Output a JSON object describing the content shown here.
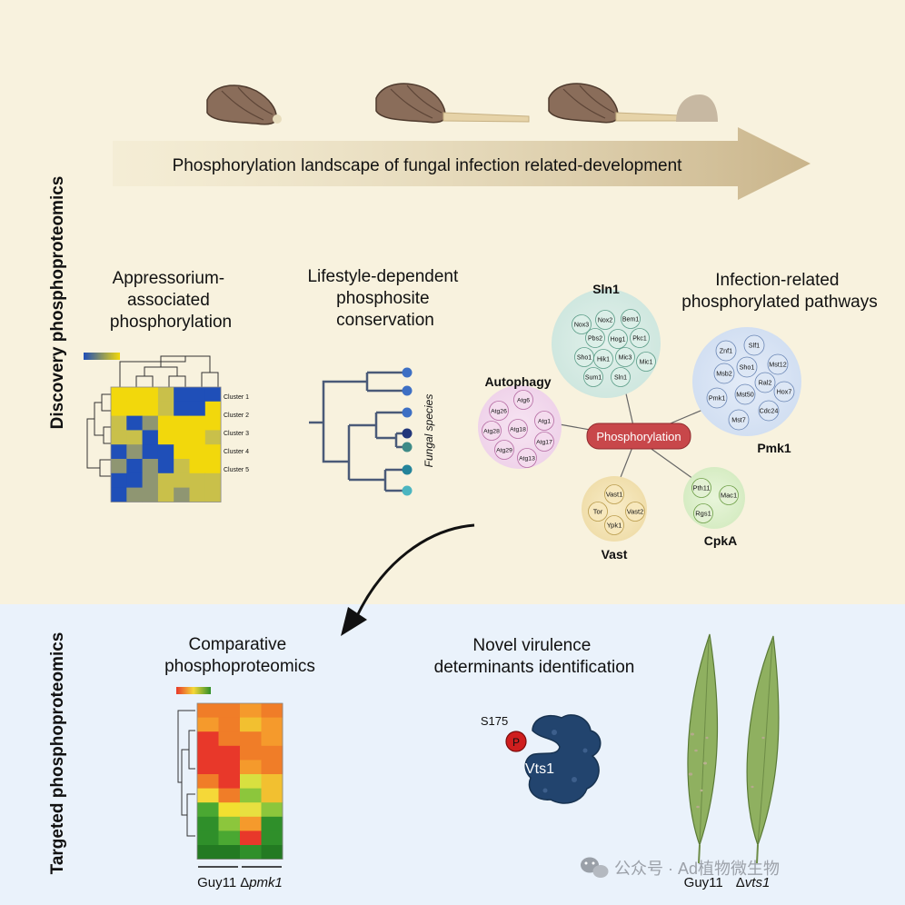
{
  "sections": {
    "discovery": "Discovery phosphoproteomics",
    "targeted": "Targeted phosphoproteomics"
  },
  "arrow_label": "Phosphorylation landscape  of fungal infection related-development",
  "panels": {
    "appressorium": [
      "Appressorium-",
      "associated",
      "phosphorylation"
    ],
    "lifestyle": [
      "Lifestyle-dependent",
      "phosphosite",
      "conservation"
    ],
    "infection": [
      "Infection-related",
      "phosphorylated pathways"
    ],
    "comparative": [
      "Comparative",
      "phosphoproteomics"
    ],
    "novel": [
      "Novel virulence",
      "determinants identification"
    ]
  },
  "heatmap1": {
    "clusters": [
      "Cluster 1",
      "Cluster 2",
      "Cluster 3",
      "Cluster 4",
      "Cluster 5"
    ],
    "colors": [
      "#1f4fb8",
      "#f2d80c"
    ]
  },
  "tree": {
    "label": "Fungal species"
  },
  "network": {
    "center": "Phosphorylation",
    "sln1": {
      "name": "Sln1",
      "proteins": [
        "Nox3",
        "Nox2",
        "Bem1",
        "Pbs2",
        "Hog1",
        "Pkc1",
        "Sho1",
        "Hik1",
        "Mic3",
        "Mic1",
        "Sum1",
        "Sln1"
      ]
    },
    "pmk1": {
      "name": "Pmk1",
      "proteins": [
        "Znf1",
        "Slf1",
        "Msb2",
        "Sho1",
        "Mst12",
        "Ral2",
        "Pmk1",
        "Mst50",
        "Hox7",
        "Mst7",
        "Cdc24"
      ]
    },
    "autophagy": {
      "name": "Autophagy",
      "proteins": [
        "Atg6",
        "Atg26",
        "Atg28",
        "Atg18",
        "Atg1",
        "Atg17",
        "Atg29",
        "Atg13"
      ]
    },
    "vast": {
      "name": "Vast",
      "proteins": [
        "Vast1",
        "Tor",
        "Vast2",
        "Ypk1"
      ]
    },
    "cpka": {
      "name": "CpkA",
      "proteins": [
        "Pth11",
        "Mac1",
        "Rgs1"
      ]
    }
  },
  "heatmap2": {
    "labels": [
      "Guy11",
      "Δ",
      "pmk1"
    ],
    "rows": [
      [
        "#f07d28",
        "#f07d28",
        "#f59a2c",
        "#f07d28"
      ],
      [
        "#f59a2c",
        "#f07d28",
        "#f2c030",
        "#f59a2c"
      ],
      [
        "#e8382a",
        "#f07d28",
        "#f07d28",
        "#f59a2c"
      ],
      [
        "#e8382a",
        "#e8382a",
        "#f07d28",
        "#f07d28"
      ],
      [
        "#e8382a",
        "#e8382a",
        "#f59a2c",
        "#f07d28"
      ],
      [
        "#f07d28",
        "#e8382a",
        "#d8e040",
        "#f2c030"
      ],
      [
        "#f5d838",
        "#f07d28",
        "#8cc63c",
        "#f2c030"
      ],
      [
        "#4aa832",
        "#f2e030",
        "#e8e040",
        "#8cc63c"
      ],
      [
        "#2f8f2a",
        "#8cc63c",
        "#f59a2c",
        "#2f8f2a"
      ],
      [
        "#2f8f2a",
        "#4aa832",
        "#e8382a",
        "#2f8f2a"
      ],
      [
        "#237a22",
        "#237a22",
        "#2f8f2a",
        "#237a22"
      ]
    ],
    "colors": [
      "#e8382a",
      "#f5d838",
      "#2f8f2a"
    ]
  },
  "vts1": {
    "site": "S175",
    "p": "P",
    "name": "Vts1"
  },
  "leaves": {
    "labels": [
      "Guy11",
      "Δ",
      "vts1"
    ]
  },
  "watermark": "公众号 · Ad植物微生物"
}
